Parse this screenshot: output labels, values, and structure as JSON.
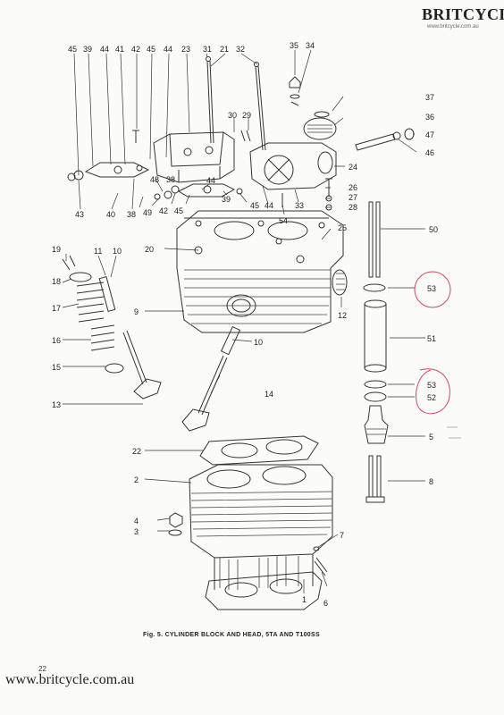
{
  "brand": {
    "name": "BRITCYCLE",
    "url": "www.britcycle.com.au"
  },
  "caption": "Fig. 5.   CYLINDER BLOCK AND HEAD, 5TA AND T100SS",
  "page_number": "22",
  "footer_url": "www.britcycle.com.au",
  "callouts": [
    {
      "id": "c45a",
      "text": "45"
    },
    {
      "id": "c39a",
      "text": "39"
    },
    {
      "id": "c44a",
      "text": "44"
    },
    {
      "id": "c41",
      "text": "41"
    },
    {
      "id": "c42",
      "text": "42"
    },
    {
      "id": "c45b",
      "text": "45"
    },
    {
      "id": "c44b",
      "text": "44"
    },
    {
      "id": "c23",
      "text": "23"
    },
    {
      "id": "c31",
      "text": "31"
    },
    {
      "id": "c21",
      "text": "21"
    },
    {
      "id": "c32",
      "text": "32"
    },
    {
      "id": "c35",
      "text": "35"
    },
    {
      "id": "c34",
      "text": "34"
    },
    {
      "id": "c37",
      "text": "37"
    },
    {
      "id": "c36",
      "text": "36"
    },
    {
      "id": "c47",
      "text": "47"
    },
    {
      "id": "c46",
      "text": "46"
    },
    {
      "id": "c30",
      "text": "30"
    },
    {
      "id": "c29",
      "text": "29"
    },
    {
      "id": "c24",
      "text": "24"
    },
    {
      "id": "c26",
      "text": "26"
    },
    {
      "id": "c27",
      "text": "27"
    },
    {
      "id": "c28",
      "text": "28"
    },
    {
      "id": "c43",
      "text": "43"
    },
    {
      "id": "c40",
      "text": "40"
    },
    {
      "id": "c38a",
      "text": "38"
    },
    {
      "id": "c48",
      "text": "48"
    },
    {
      "id": "c38b",
      "text": "38"
    },
    {
      "id": "c49",
      "text": "49"
    },
    {
      "id": "c42b",
      "text": "42"
    },
    {
      "id": "c45c",
      "text": "45"
    },
    {
      "id": "c44c",
      "text": "44"
    },
    {
      "id": "c39b",
      "text": "39"
    },
    {
      "id": "c45d",
      "text": "45"
    },
    {
      "id": "c44d",
      "text": "44"
    },
    {
      "id": "c33",
      "text": "33"
    },
    {
      "id": "c54",
      "text": "54"
    },
    {
      "id": "c50",
      "text": "50"
    },
    {
      "id": "c25",
      "text": "25"
    },
    {
      "id": "c20",
      "text": "20"
    },
    {
      "id": "c19",
      "text": "19"
    },
    {
      "id": "c11",
      "text": "11"
    },
    {
      "id": "c10a",
      "text": "10"
    },
    {
      "id": "c18",
      "text": "18"
    },
    {
      "id": "c53a",
      "text": "53"
    },
    {
      "id": "c17",
      "text": "17"
    },
    {
      "id": "c9",
      "text": "9"
    },
    {
      "id": "c12",
      "text": "12"
    },
    {
      "id": "c16",
      "text": "16"
    },
    {
      "id": "c10b",
      "text": "10"
    },
    {
      "id": "c51",
      "text": "51"
    },
    {
      "id": "c15",
      "text": "15"
    },
    {
      "id": "c53b",
      "text": "53"
    },
    {
      "id": "c52",
      "text": "52"
    },
    {
      "id": "c14",
      "text": "14"
    },
    {
      "id": "c13",
      "text": "13"
    },
    {
      "id": "c5",
      "text": "5"
    },
    {
      "id": "c22",
      "text": "22"
    },
    {
      "id": "c2",
      "text": "2"
    },
    {
      "id": "c8",
      "text": "8"
    },
    {
      "id": "c4",
      "text": "4"
    },
    {
      "id": "c3",
      "text": "3"
    },
    {
      "id": "c7",
      "text": "7"
    },
    {
      "id": "c1",
      "text": "1"
    },
    {
      "id": "c6",
      "text": "6"
    }
  ]
}
